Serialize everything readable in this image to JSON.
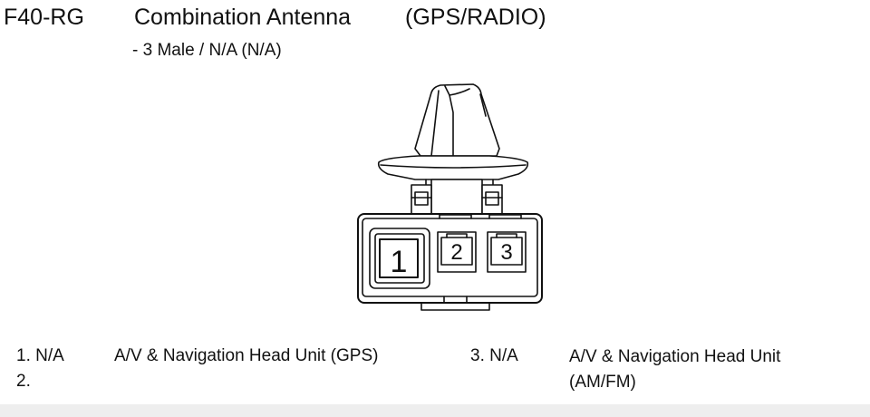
{
  "connector": {
    "code": "F40-RG",
    "name": "Combination Antenna",
    "type": "(GPS/RADIO)",
    "spec": "- 3 Male / N/A (N/A)"
  },
  "cavities": [
    "1",
    "2",
    "3"
  ],
  "pins": [
    {
      "num": "1. N/A",
      "desc": "A/V & Navigation Head Unit (GPS)"
    },
    {
      "num": "2.",
      "desc": ""
    },
    {
      "num": "3. N/A",
      "desc": "A/V & Navigation Head Unit (AM/FM)"
    }
  ],
  "colors": {
    "line": "#111111",
    "background": "#ffffff",
    "bottom_band": "#eeeeee"
  }
}
